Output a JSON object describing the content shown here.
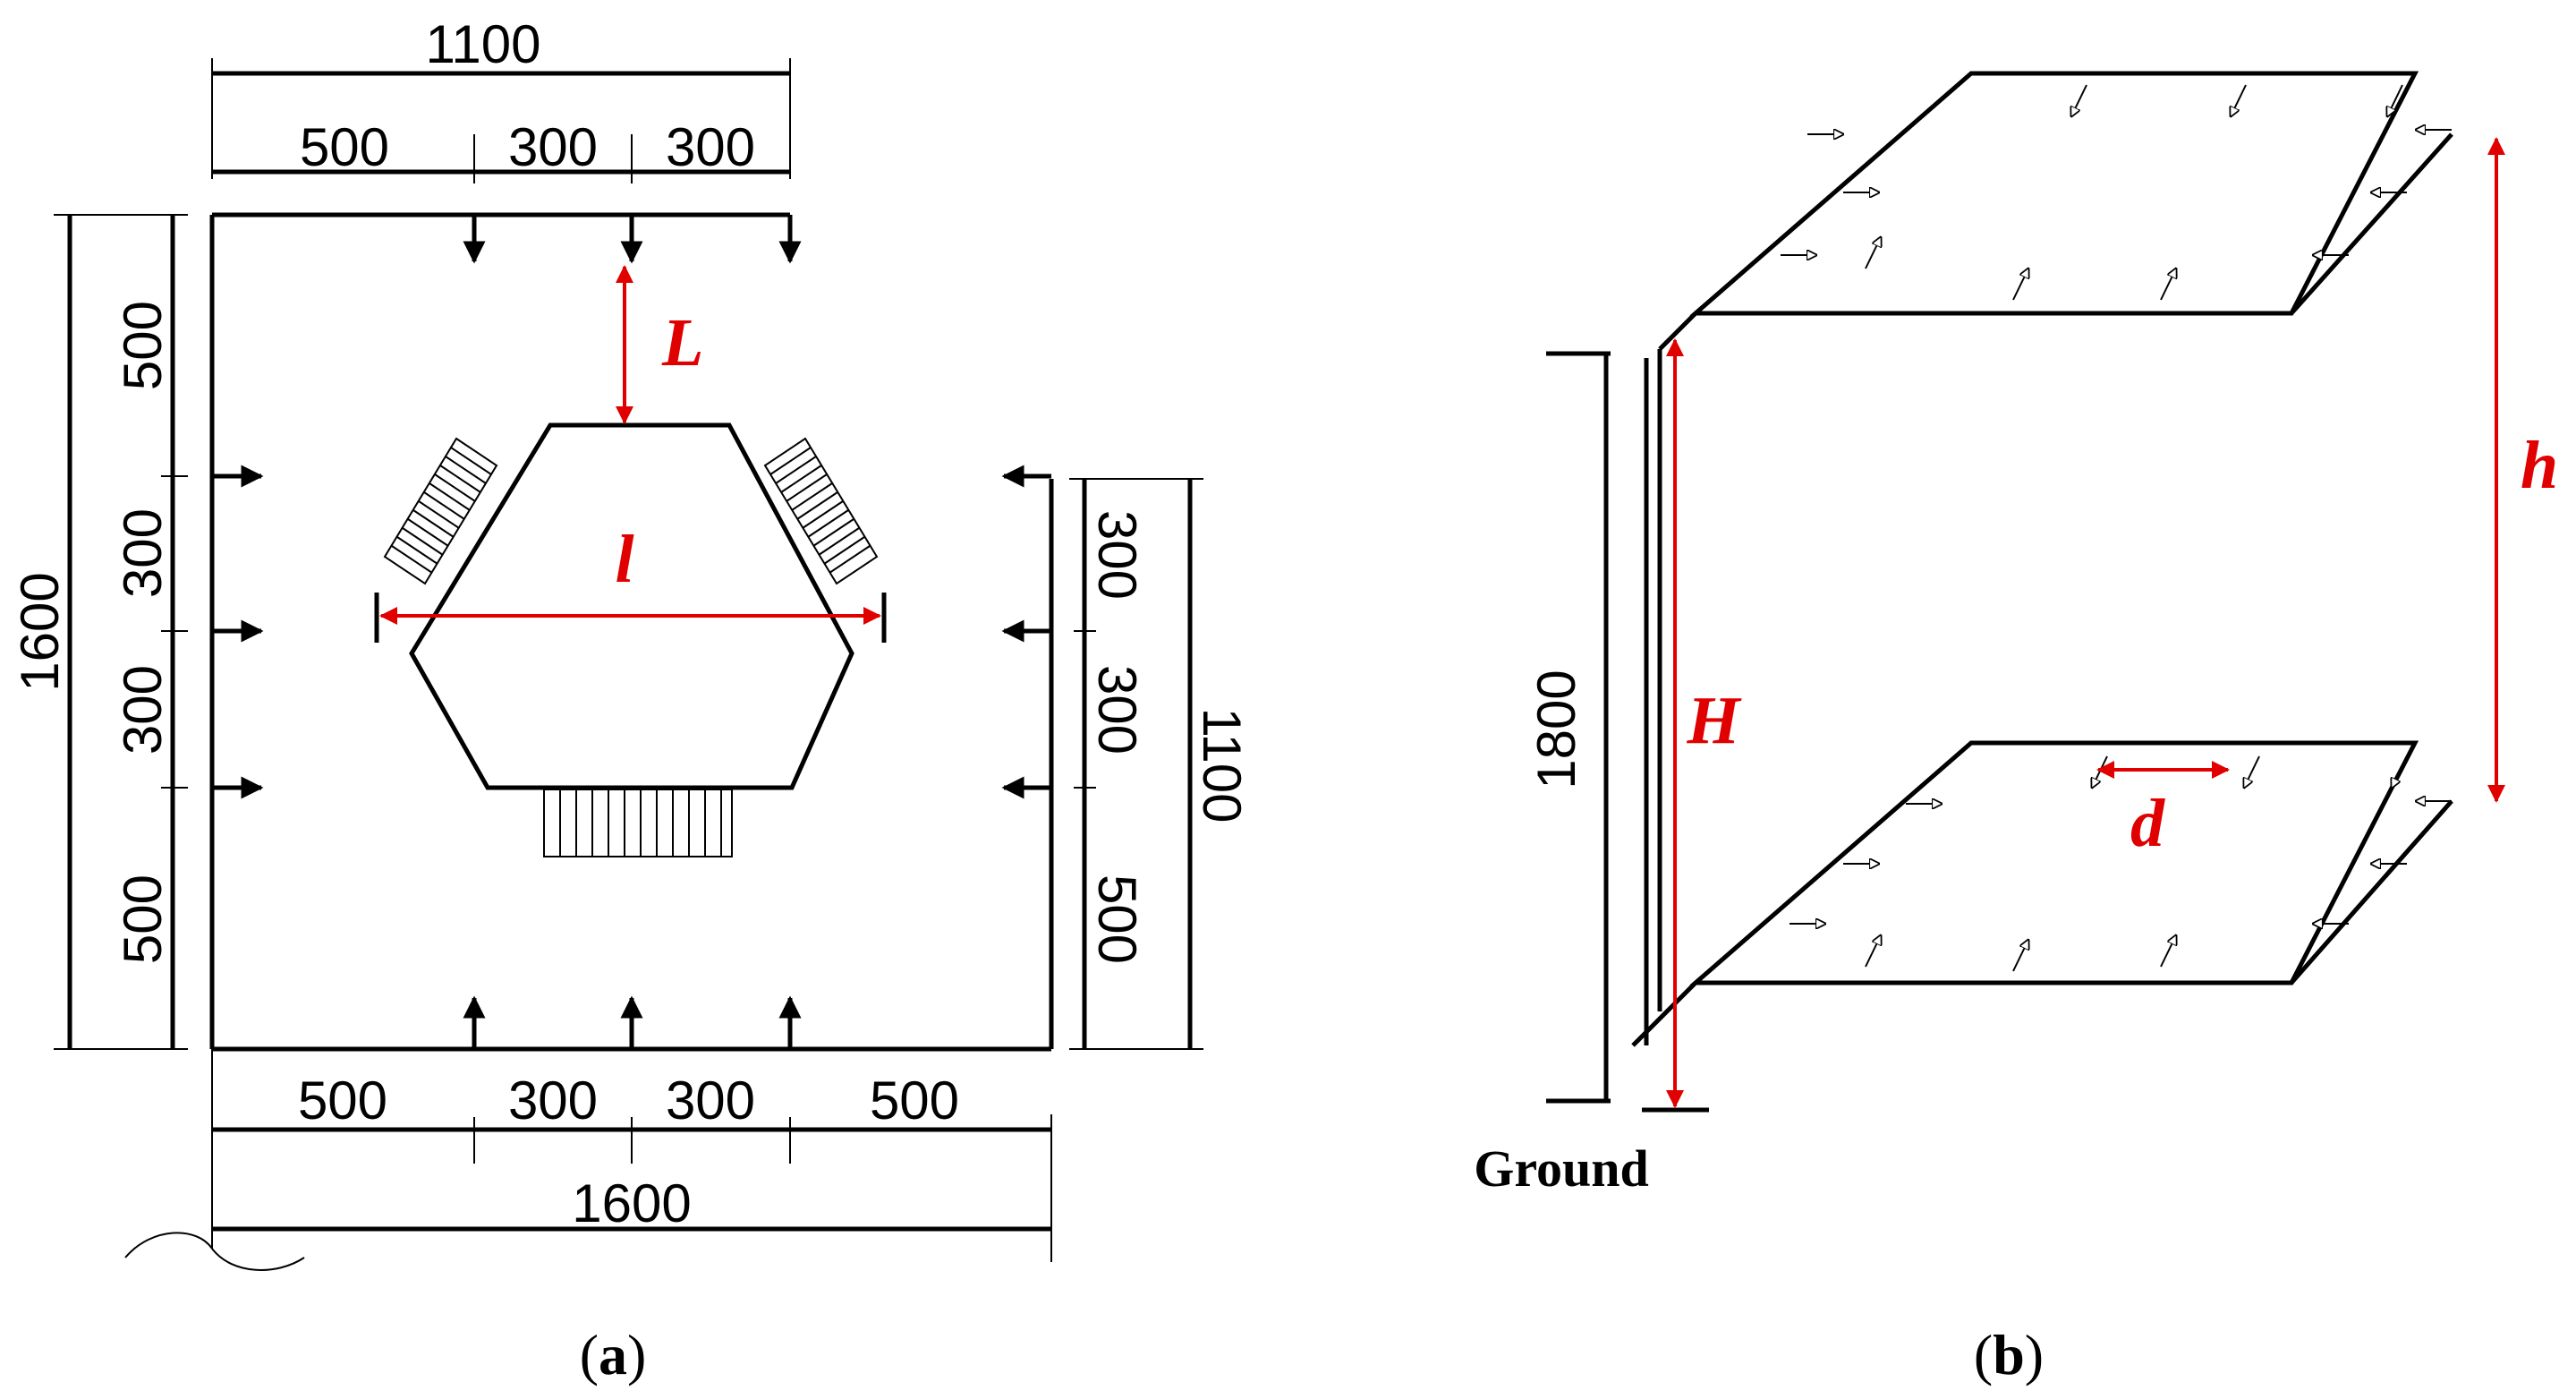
{
  "panel_a": {
    "caption_open": "(",
    "caption_letter": "a",
    "caption_close": ")",
    "dims": {
      "top_total": "1100",
      "top_seg_1": "500",
      "top_seg_2": "300",
      "top_seg_3": "300",
      "left_total": "1600",
      "left_seg_1": "500",
      "left_seg_2": "300",
      "left_seg_3": "300",
      "left_seg_4": "500",
      "right_total": "1100",
      "right_seg_1": "300",
      "right_seg_2": "300",
      "right_seg_3": "500",
      "bottom_total": "1600",
      "bottom_seg_1": "500",
      "bottom_seg_2": "300",
      "bottom_seg_3": "300",
      "bottom_seg_4": "500"
    },
    "labels": {
      "L": "L",
      "l": "l"
    }
  },
  "panel_b": {
    "caption_open": "(",
    "caption_letter": "b",
    "caption_close": ")",
    "height_dim": "1800",
    "labels": {
      "h": "h",
      "H": "H",
      "d": "d"
    },
    "ground_label": "Ground"
  },
  "colors": {
    "accent": "#e00000",
    "line": "#000000"
  }
}
